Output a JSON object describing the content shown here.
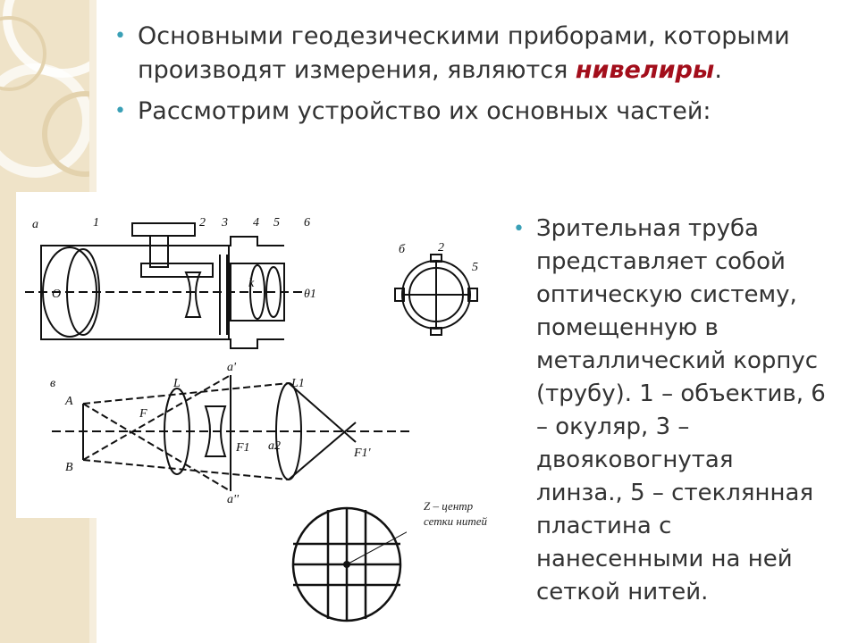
{
  "bullets": [
    {
      "text_before": "Основными геодезическими приборами, которыми производят измерения, являются ",
      "emphasis": "нивелиры",
      "text_after": "."
    },
    {
      "text": "Рассмотрим устройство их основных частей:"
    }
  ],
  "right_bullet": {
    "text_a": "Зрительная труба представляет собой оптическую систему, помещенную в металлический корпус (трубу). ",
    "n1": "1",
    "text_b": " – объектив, ",
    "n2": "6",
    "text_c": " – окуляр, ",
    "n3": "3",
    "text_d": " – двояковогнутая линза., ",
    "n4": "5",
    "text_e": " – стеклянная пластина с нанесенными на ней сеткой нитей."
  },
  "figure_labels": {
    "a": "а",
    "b": "б",
    "v": "в",
    "n1": "1",
    "n2": "2",
    "n3": "3",
    "n4": "4",
    "n5": "5",
    "n6": "6",
    "k": "k",
    "theta1": "θ1",
    "o": "О",
    "A": "A",
    "B": "B",
    "F": "F",
    "L": "L",
    "L1": "L1",
    "F1": "F1",
    "F1p": "F1'",
    "a2": "a2",
    "ap": "a'",
    "app": "a''"
  },
  "caption": {
    "line1": "Z – центр",
    "line2": "сетки нитей"
  },
  "colors": {
    "accent": "#a30e1b",
    "bullet": "#3aa0b6",
    "deco": "#efe3c8"
  }
}
